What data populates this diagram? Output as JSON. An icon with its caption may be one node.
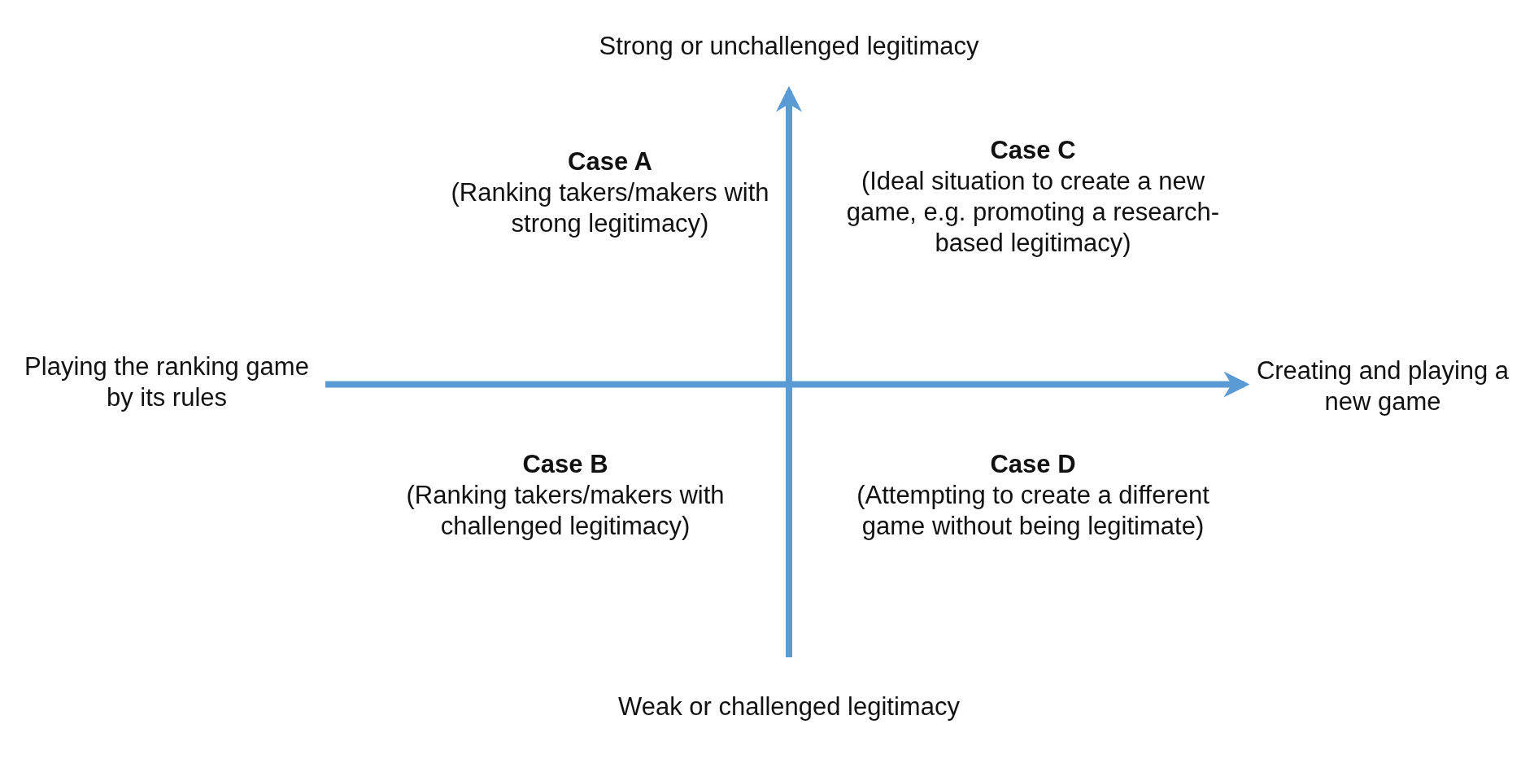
{
  "diagram": {
    "nodes": [
      {
        "text": [
          "Playing the ranking game by its rules"
        ]
      },
      {
        "text": [
          "Creating and playing a new game"
        ]
      },
      {
        "text": [
          "Weak or challenged legitimacy"
        ]
      },
      {
        "text": [
          "Strong or unchallenged legitimacy"
        ]
      }
    ],
    "edges": [
      {
        "from": 0,
        "to": 1,
        "arrow": "to"
      },
      {
        "from": 2,
        "to": 3,
        "arrow": "to"
      }
    ],
    "labels": [
      "Case A",
      "(Ranking takers/makers with strong legitimacy)",
      "Case C",
      "(Ideal situation to create a new game, e.g. promoting a research-based legitimacy)",
      "Case B",
      "(Ranking takers/makers with challenged legitimacy)",
      "Case D",
      "(Attempting to create a different game without being legitimate)"
    ]
  }
}
